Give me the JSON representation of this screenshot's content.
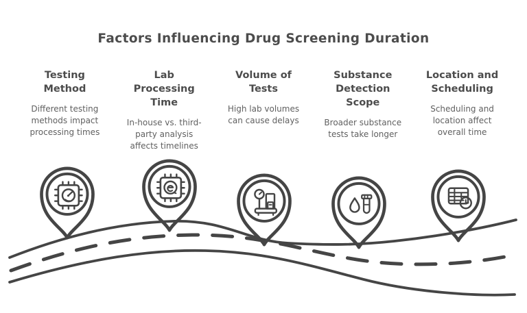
{
  "page": {
    "background_color": "#ffffff",
    "ink_color": "#454545",
    "heading_color": "#4c4c4c",
    "description_color": "#606060"
  },
  "title": "Factors Influencing Drug Screening Duration",
  "columns": [
    {
      "heading": "Testing\nMethod",
      "description": "Different testing\nmethods impact\nprocessing times",
      "icon": "chip-gauge-icon"
    },
    {
      "heading": "Lab\nProcessing\nTime",
      "description": "In-house vs. third-\nparty analysis\naffects timelines",
      "icon": "chip-analysis-icon"
    },
    {
      "heading": "Volume of\nTests",
      "description": "High lab volumes\ncan cause delays",
      "icon": "weighing-scale-icon"
    },
    {
      "heading": "Substance\nDetection\nScope",
      "description": "Broader substance\ntests take longer",
      "icon": "droplet-test-tube-icon"
    },
    {
      "heading": "Location and\nScheduling",
      "description": "Scheduling and\nlocation affect\noverall time",
      "icon": "calendar-clock-icon"
    }
  ],
  "illustration": {
    "type": "winding-road",
    "features": [
      "solid top edge",
      "dashed center line",
      "solid bottom edge",
      "five map-pin markers"
    ]
  }
}
